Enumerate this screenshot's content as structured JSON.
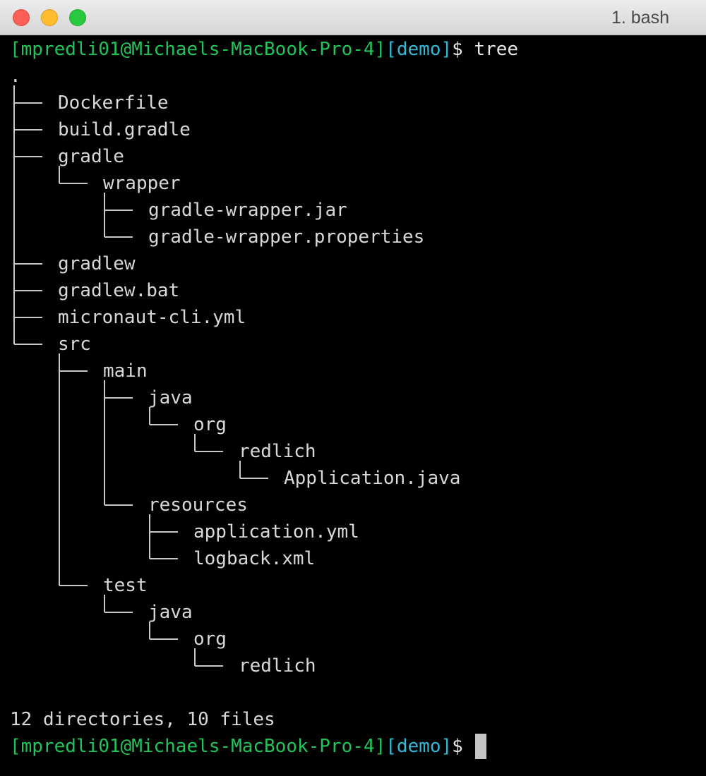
{
  "window": {
    "title": "1. bash"
  },
  "prompt": {
    "user_host": "mpredli01@Michaels-MacBook-Pro-4",
    "dir": "demo"
  },
  "command": "tree",
  "tree": {
    "root": ".",
    "items": [
      {
        "name": "Dockerfile",
        "depth": 0,
        "last": false
      },
      {
        "name": "build.gradle",
        "depth": 0,
        "last": false
      },
      {
        "name": "gradle",
        "depth": 0,
        "last": false
      },
      {
        "name": "wrapper",
        "depth": 1,
        "last": true
      },
      {
        "name": "gradle-wrapper.jar",
        "depth": 2,
        "last": false
      },
      {
        "name": "gradle-wrapper.properties",
        "depth": 2,
        "last": true
      },
      {
        "name": "gradlew",
        "depth": 0,
        "last": false
      },
      {
        "name": "gradlew.bat",
        "depth": 0,
        "last": false
      },
      {
        "name": "micronaut-cli.yml",
        "depth": 0,
        "last": false
      },
      {
        "name": "src",
        "depth": 0,
        "last": true
      },
      {
        "name": "main",
        "depth": 1,
        "last": false
      },
      {
        "name": "java",
        "depth": 2,
        "last": false
      },
      {
        "name": "org",
        "depth": 3,
        "last": true
      },
      {
        "name": "redlich",
        "depth": 4,
        "last": true
      },
      {
        "name": "Application.java",
        "depth": 5,
        "last": true
      },
      {
        "name": "resources",
        "depth": 2,
        "last": true
      },
      {
        "name": "application.yml",
        "depth": 3,
        "last": false
      },
      {
        "name": "logback.xml",
        "depth": 3,
        "last": true
      },
      {
        "name": "test",
        "depth": 1,
        "last": true
      },
      {
        "name": "java",
        "depth": 2,
        "last": true
      },
      {
        "name": "org",
        "depth": 3,
        "last": true
      },
      {
        "name": "redlich",
        "depth": 4,
        "last": true
      }
    ]
  },
  "summary": "12 directories, 10 files",
  "colors": {
    "prompt_user": "#22c35a",
    "prompt_dir": "#35b8d6",
    "text": "#d8d8d8"
  }
}
